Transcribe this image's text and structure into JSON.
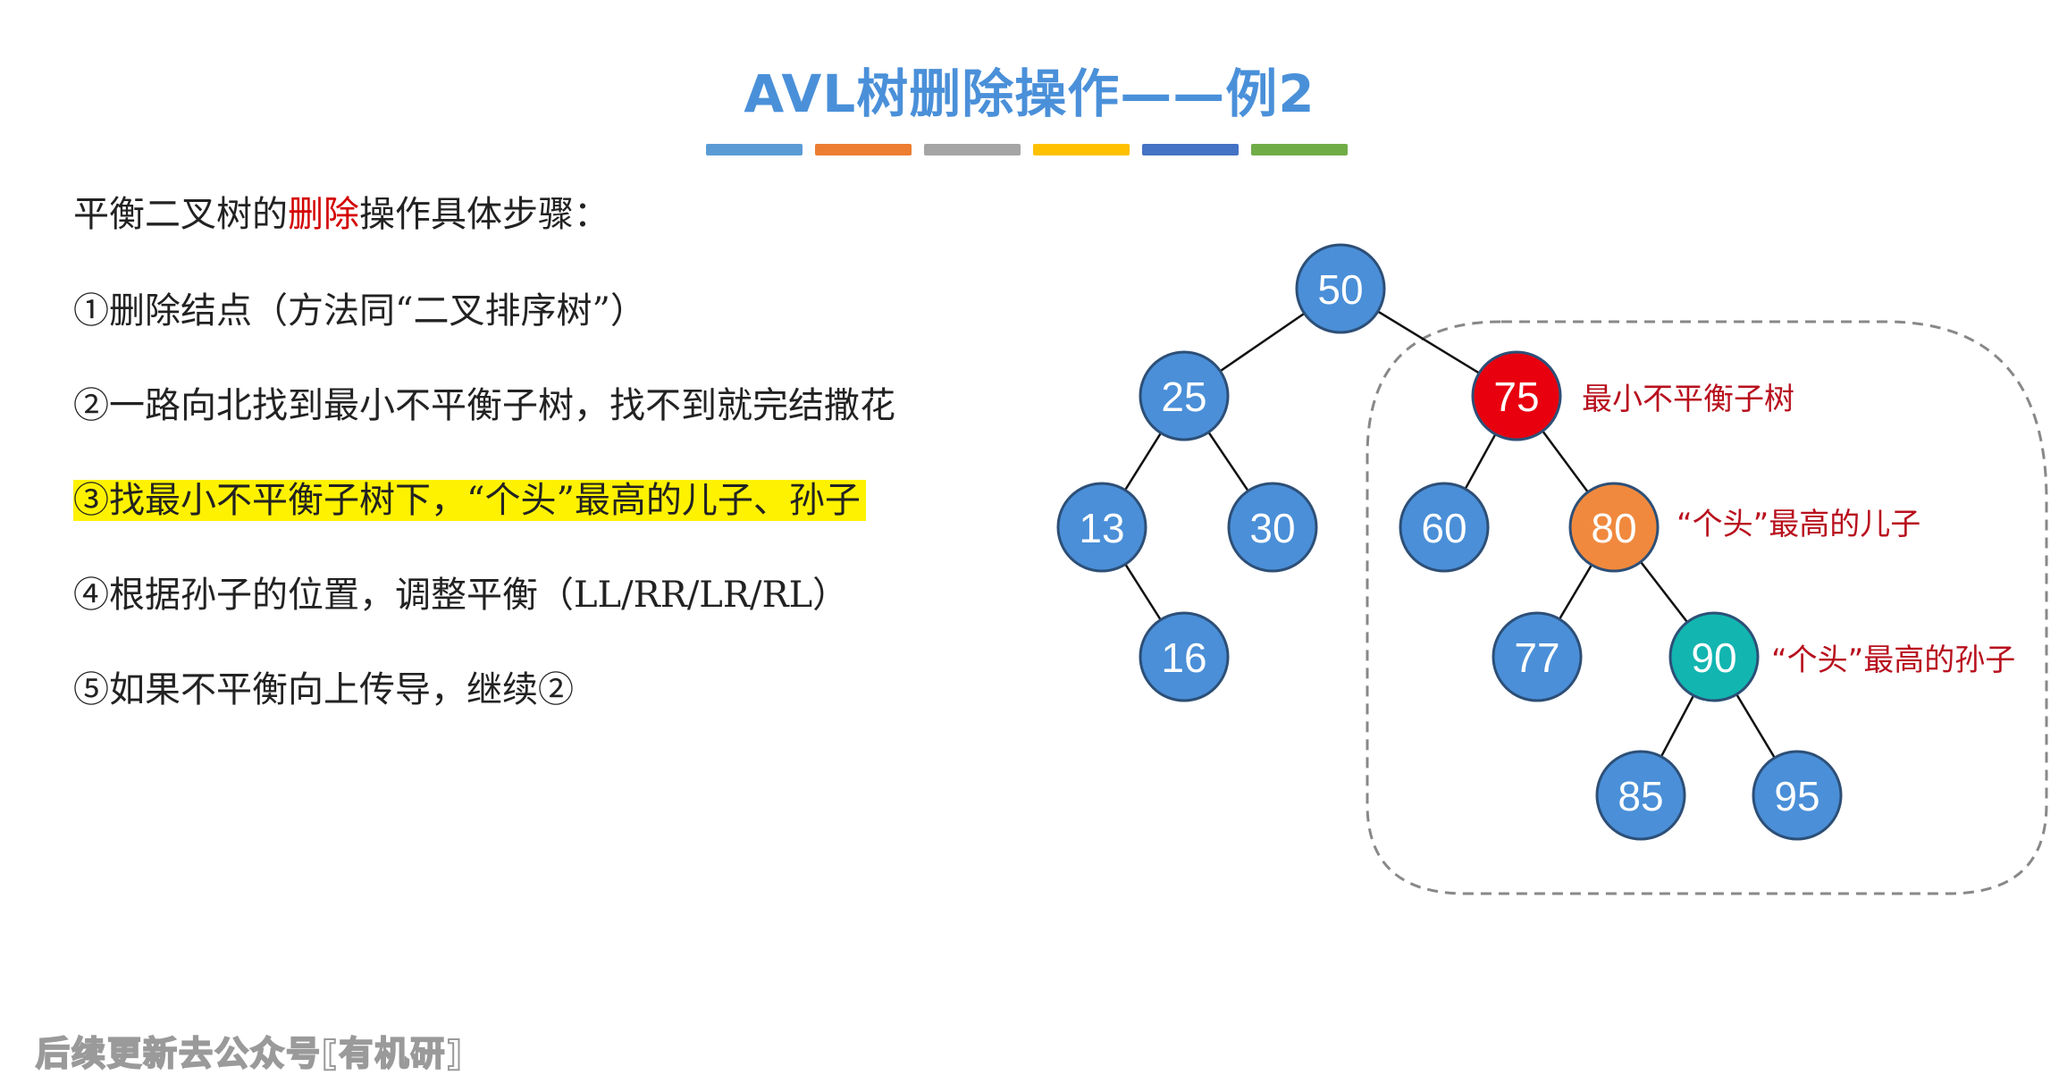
{
  "title": "AVL树删除操作——例2",
  "underline_colors": [
    "#5b9bd5",
    "#ed7d31",
    "#a5a5a5",
    "#ffc000",
    "#4472c4",
    "#70ad47"
  ],
  "steps": {
    "intro_prefix": "平衡二叉树的",
    "intro_red": "删除",
    "intro_suffix": "操作具体步骤：",
    "s1": "①删除结点（方法同“二叉排序树”）",
    "s2": "②一路向北找到最小不平衡子树，找不到就完结撒花",
    "s3": "③找最小不平衡子树下，“个头”最高的儿子、孙子",
    "s4": "④根据孙子的位置，调整平衡（LL/RR/LR/RL）",
    "s5": "⑤如果不平衡向上传导，继续②"
  },
  "tree": {
    "nodes": {
      "n50": "50",
      "n25": "25",
      "n75": "75",
      "n13": "13",
      "n30": "30",
      "n60": "60",
      "n80": "80",
      "n16": "16",
      "n77": "77",
      "n90": "90",
      "n85": "85",
      "n95": "95"
    },
    "colors": {
      "default": "#4a8fd8",
      "unbalanced": "#e8000f",
      "tallest_child": "#f0893e",
      "tallest_grandchild": "#12b5b0"
    },
    "annotations": {
      "unbalanced": "最小不平衡子树",
      "child": "“个头”最高的儿子",
      "grandchild": "“个头”最高的孙子"
    }
  },
  "watermark": "后续更新去公众号[有机研]"
}
